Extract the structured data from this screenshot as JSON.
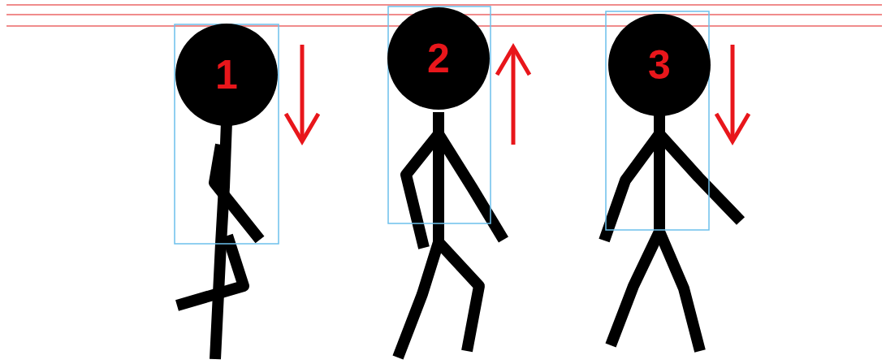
{
  "diagram": {
    "nodes": [
      {
        "text": [
          "1"
        ]
      },
      {
        "text": [
          "2"
        ]
      },
      {
        "text": [
          "3"
        ]
      }
    ]
  }
}
